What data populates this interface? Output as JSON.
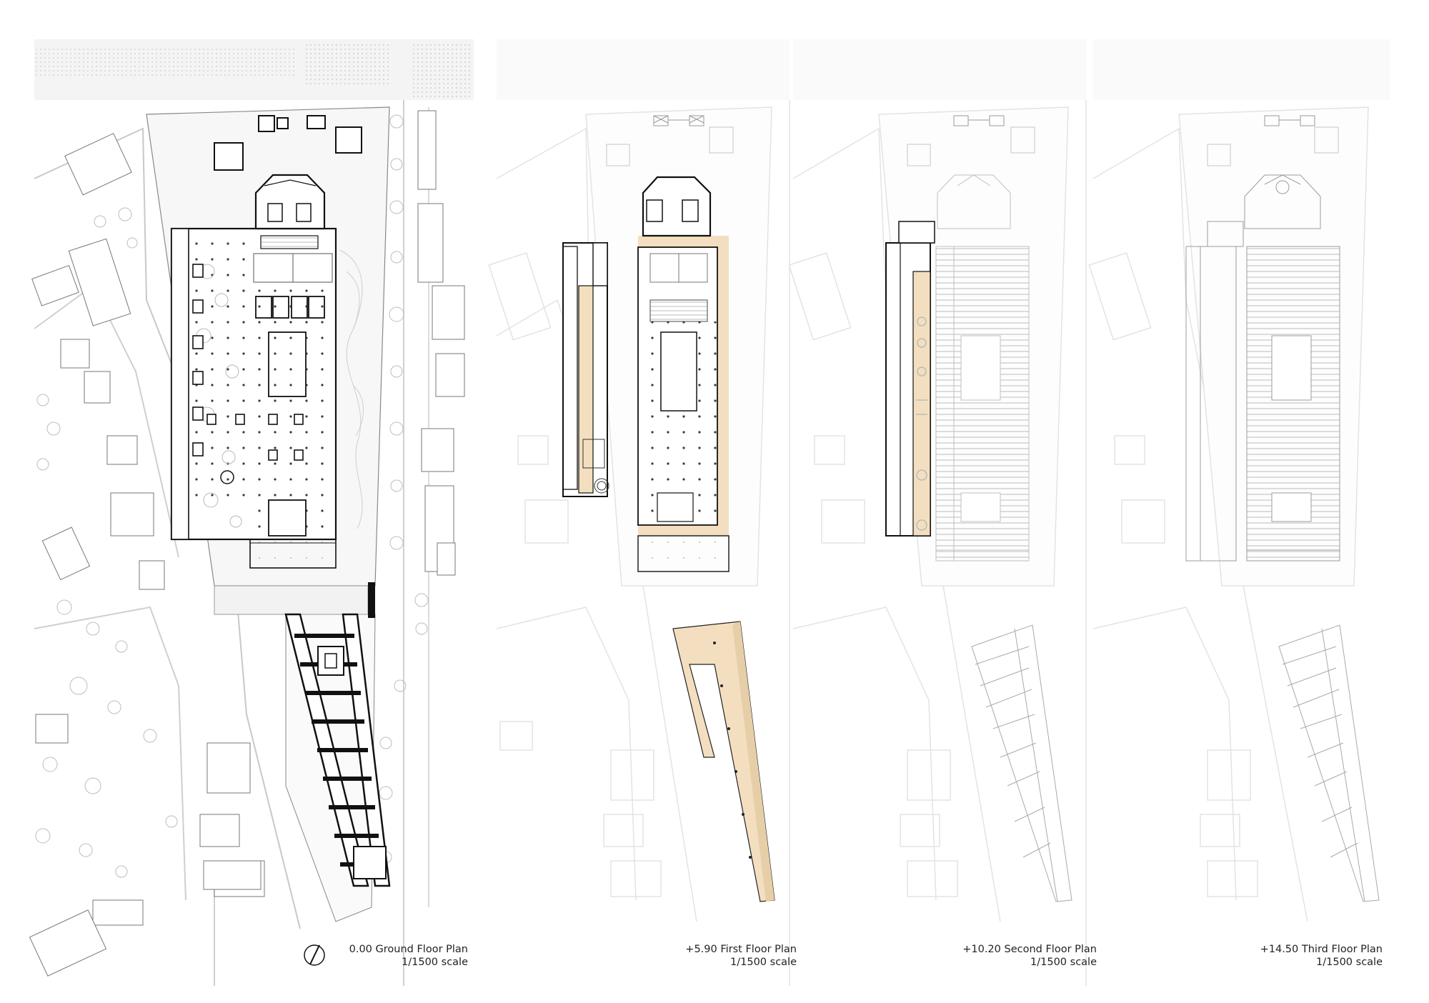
{
  "panels": [
    {
      "level": "0.00",
      "title": "0.00 Ground Floor Plan",
      "scale": "1/1500 scale"
    },
    {
      "level": "+5.90",
      "title": "+5.90 First Floor Plan",
      "scale": "1/1500 scale"
    },
    {
      "level": "+10.20",
      "title": "+10.20 Second Floor Plan",
      "scale": "1/1500 scale"
    },
    {
      "level": "+14.50",
      "title": "+14.50 Third Floor Plan",
      "scale": "1/1500 scale"
    }
  ],
  "colors": {
    "highlight": "#f3dfbf",
    "ink": "#111111",
    "faded": "#d6d6d6",
    "context": "#bdbdbd"
  },
  "icons": [
    "north-arrow-icon"
  ]
}
